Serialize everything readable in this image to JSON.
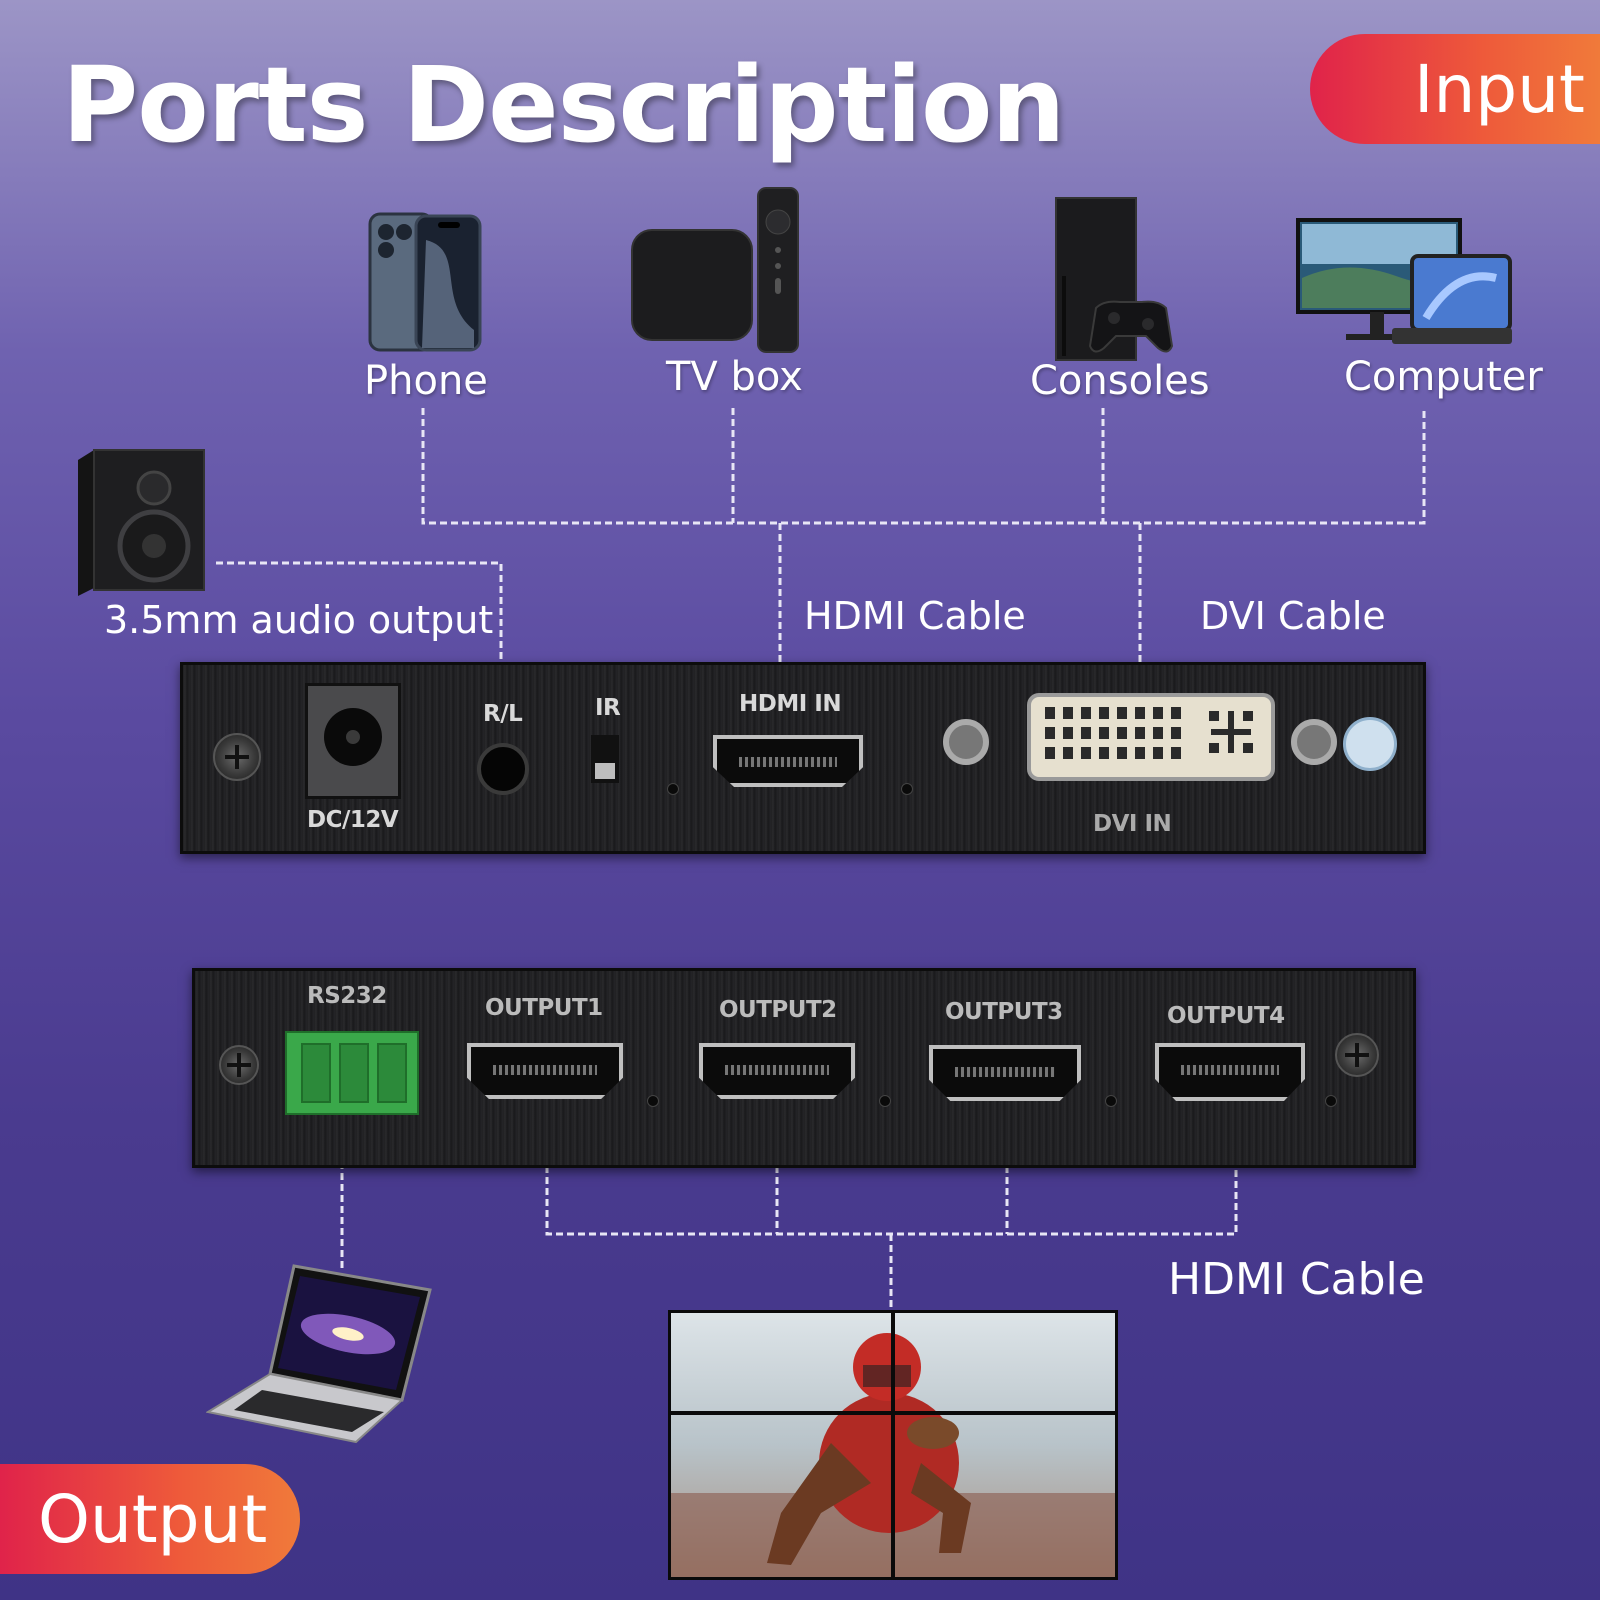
{
  "title": "Ports Description",
  "badges": {
    "input": "Input",
    "output": "Output"
  },
  "input_devices": [
    {
      "label": "Phone",
      "icon": "phone-icon"
    },
    {
      "label": "TV box",
      "icon": "tv-box-icon"
    },
    {
      "label": "Consoles",
      "icon": "console-icon"
    },
    {
      "label": "Computer",
      "icon": "computer-icon"
    }
  ],
  "audio": {
    "label": "3.5mm audio output",
    "icon": "speaker-icon"
  },
  "cables": {
    "hdmi_in": "HDMI Cable",
    "dvi_in": "DVI Cable",
    "hdmi_out": "HDMI Cable"
  },
  "input_panel": {
    "dc": "DC/12V",
    "rl": "R/L",
    "ir": "IR",
    "hdmi_in": "HDMI IN",
    "dvi_in": "DVI IN"
  },
  "output_panel": {
    "rs232": "RS232",
    "outputs": [
      "OUTPUT1",
      "OUTPUT2",
      "OUTPUT3",
      "OUTPUT4"
    ]
  },
  "output_devices": {
    "laptop_icon": "laptop-icon",
    "video_wall_icon": "video-wall-icon"
  },
  "colors": {
    "badge_start": "#e0234a",
    "badge_end": "#f07a3a",
    "background_top": "#9c95c6",
    "background_bottom": "#3f3386",
    "rs232_terminal": "#3aa84a"
  }
}
